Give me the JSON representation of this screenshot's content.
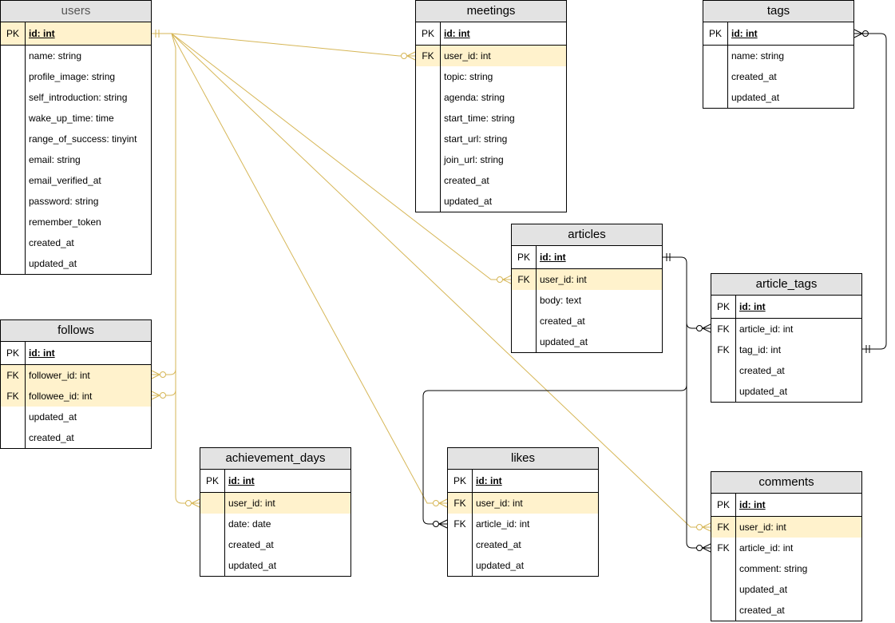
{
  "tables": [
    {
      "id": "users",
      "name": "users",
      "muted": true,
      "rows": [
        {
          "key": "PK",
          "field": "id:  int",
          "hl": true
        },
        {
          "key": "",
          "field": "name:  string"
        },
        {
          "key": "",
          "field": "profile_image:  string"
        },
        {
          "key": "",
          "field": "self_introduction:  string"
        },
        {
          "key": "",
          "field": "wake_up_time: time"
        },
        {
          "key": "",
          "field": "range_of_success:  tinyint"
        },
        {
          "key": "",
          "field": "email:  string"
        },
        {
          "key": "",
          "field": "email_verified_at"
        },
        {
          "key": "",
          "field": "password:  string"
        },
        {
          "key": "",
          "field": "remember_token"
        },
        {
          "key": "",
          "field": "created_at"
        },
        {
          "key": "",
          "field": "updated_at"
        }
      ]
    },
    {
      "id": "meetings",
      "name": "meetings",
      "rows": [
        {
          "key": "PK",
          "field": "id:  int"
        },
        {
          "key": "FK",
          "field": "user_id:  int",
          "hl": true
        },
        {
          "key": "",
          "field": "topic:  string"
        },
        {
          "key": "",
          "field": "agenda:  string"
        },
        {
          "key": "",
          "field": "start_time:  string"
        },
        {
          "key": "",
          "field": "start_url:  string"
        },
        {
          "key": "",
          "field": "join_url:  string"
        },
        {
          "key": "",
          "field": "created_at"
        },
        {
          "key": "",
          "field": "updated_at"
        }
      ]
    },
    {
      "id": "tags",
      "name": "tags",
      "rows": [
        {
          "key": "PK",
          "field": "id:  int"
        },
        {
          "key": "",
          "field": "name: string"
        },
        {
          "key": "",
          "field": "created_at"
        },
        {
          "key": "",
          "field": "updated_at"
        }
      ]
    },
    {
      "id": "articles",
      "name": "articles",
      "rows": [
        {
          "key": "PK",
          "field": "id:  int"
        },
        {
          "key": "FK",
          "field": "user_id:  int",
          "hl": true
        },
        {
          "key": "",
          "field": "body:  text"
        },
        {
          "key": "",
          "field": "created_at"
        },
        {
          "key": "",
          "field": "updated_at"
        }
      ]
    },
    {
      "id": "article_tags",
      "name": "article_tags",
      "rows": [
        {
          "key": "PK",
          "field": "id:  int"
        },
        {
          "key": "FK",
          "field": "article_id:  int"
        },
        {
          "key": "FK",
          "field": "tag_id:  int"
        },
        {
          "key": "",
          "field": "created_at"
        },
        {
          "key": "",
          "field": "updated_at"
        }
      ]
    },
    {
      "id": "follows",
      "name": "follows",
      "rows": [
        {
          "key": "PK",
          "field": "id:  int"
        },
        {
          "key": "FK",
          "field": "follower_id:  int",
          "hl": true
        },
        {
          "key": "FK",
          "field": "followee_id:  int",
          "hl": true
        },
        {
          "key": "",
          "field": "updated_at"
        },
        {
          "key": "",
          "field": "created_at"
        }
      ]
    },
    {
      "id": "achievement_days",
      "name": "achievement_days",
      "rows": [
        {
          "key": "PK",
          "field": "id:  int"
        },
        {
          "key": "",
          "field": "user_id:  int",
          "hl": true
        },
        {
          "key": "",
          "field": "date:  date"
        },
        {
          "key": "",
          "field": "created_at"
        },
        {
          "key": "",
          "field": "updated_at"
        }
      ]
    },
    {
      "id": "likes",
      "name": "likes",
      "rows": [
        {
          "key": "PK",
          "field": "id:  int"
        },
        {
          "key": "FK",
          "field": "user_id:  int",
          "hl": true
        },
        {
          "key": "FK",
          "field": "article_id:  int"
        },
        {
          "key": "",
          "field": "created_at"
        },
        {
          "key": "",
          "field": "updated_at"
        }
      ]
    },
    {
      "id": "comments",
      "name": "comments",
      "rows": [
        {
          "key": "PK",
          "field": "id:  int"
        },
        {
          "key": "FK",
          "field": "user_id:  int",
          "hl": true
        },
        {
          "key": "FK",
          "field": "article_id:  int"
        },
        {
          "key": "",
          "field": "comment:  string"
        },
        {
          "key": "",
          "field": "updated_at"
        },
        {
          "key": "",
          "field": "created_at"
        }
      ]
    }
  ],
  "relations": [
    {
      "from": "users",
      "to": "meetings",
      "kind": "one-to-many",
      "color": "#d6b656"
    },
    {
      "from": "users",
      "to": "articles",
      "kind": "one-to-many",
      "color": "#d6b656"
    },
    {
      "from": "users",
      "to": "follows",
      "kind": "one-to-many",
      "color": "#d6b656"
    },
    {
      "from": "users",
      "to": "achievement_days",
      "kind": "one-to-many",
      "color": "#d6b656"
    },
    {
      "from": "users",
      "to": "likes",
      "kind": "one-to-many",
      "color": "#d6b656"
    },
    {
      "from": "users",
      "to": "comments",
      "kind": "one-to-many",
      "color": "#d6b656"
    },
    {
      "from": "articles",
      "to": "article_tags",
      "kind": "one-to-many",
      "color": "#000000"
    },
    {
      "from": "articles",
      "to": "likes",
      "kind": "one-to-many",
      "color": "#000000"
    },
    {
      "from": "articles",
      "to": "comments",
      "kind": "one-to-many",
      "color": "#000000"
    },
    {
      "from": "tags",
      "to": "article_tags",
      "kind": "many-to-one",
      "color": "#000000"
    }
  ],
  "colors": {
    "header_bg": "#e3e3e3",
    "highlight": "#fff2cc",
    "fk_line": "#d6b656",
    "line": "#000000"
  }
}
